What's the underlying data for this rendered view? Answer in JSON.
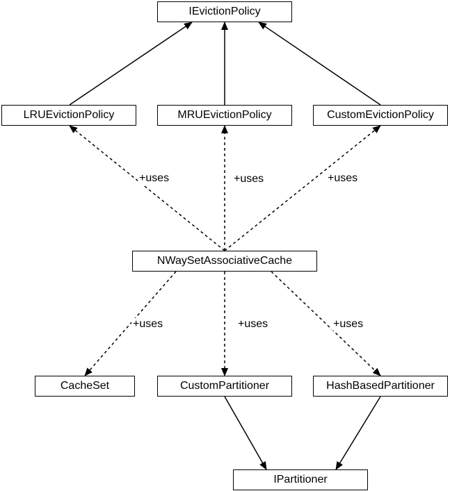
{
  "nodes": {
    "ievictionpolicy": "IEvictionPolicy",
    "lruevictionpolicy": "LRUEvictionPolicy",
    "mruevictionpolicy": "MRUEvictionPolicy",
    "customevictionpolicy": "CustomEvictionPolicy",
    "nwaysetassociativecache": "NWaySetAssociativeCache",
    "cacheset": "CacheSet",
    "custompartitioner": "CustomPartitioner",
    "hashbasedpartitioner": "HashBasedPartitioner",
    "ipartitioner": "IPartitioner"
  },
  "edges": [
    {
      "from": "lruevictionpolicy",
      "to": "ievictionpolicy",
      "style": "solid",
      "label": ""
    },
    {
      "from": "mruevictionpolicy",
      "to": "ievictionpolicy",
      "style": "solid",
      "label": ""
    },
    {
      "from": "customevictionpolicy",
      "to": "ievictionpolicy",
      "style": "solid",
      "label": ""
    },
    {
      "from": "nwaysetassociativecache",
      "to": "lruevictionpolicy",
      "style": "dashed",
      "label": "+uses"
    },
    {
      "from": "nwaysetassociativecache",
      "to": "mruevictionpolicy",
      "style": "dashed",
      "label": "+uses"
    },
    {
      "from": "nwaysetassociativecache",
      "to": "customevictionpolicy",
      "style": "dashed",
      "label": "+uses"
    },
    {
      "from": "nwaysetassociativecache",
      "to": "cacheset",
      "style": "dashed",
      "label": "+uses"
    },
    {
      "from": "nwaysetassociativecache",
      "to": "custompartitioner",
      "style": "dashed",
      "label": "+uses"
    },
    {
      "from": "nwaysetassociativecache",
      "to": "hashbasedpartitioner",
      "style": "dashed",
      "label": "+uses"
    },
    {
      "from": "custompartitioner",
      "to": "ipartitioner",
      "style": "solid",
      "label": ""
    },
    {
      "from": "hashbasedpartitioner",
      "to": "ipartitioner",
      "style": "solid",
      "label": ""
    }
  ]
}
